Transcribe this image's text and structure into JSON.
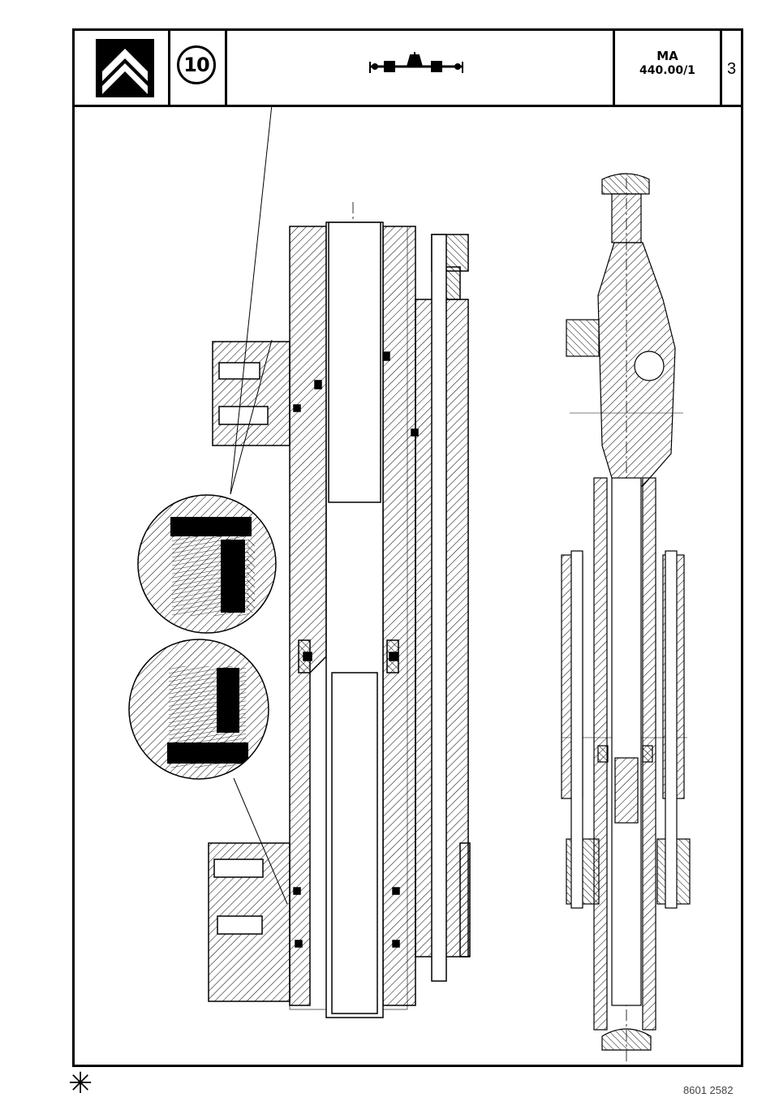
{
  "header": {
    "logo_icon": "citroen-double-chevron-logo",
    "section_number": "10",
    "assembly_icon": "steering-rack-icon",
    "reference_line1": "MA",
    "reference_line2": "440.00/1",
    "page_number": "3"
  },
  "drawing": {
    "subject": "steering-rack-cross-section",
    "views": [
      "main-sectional-view",
      "detail-seal-magnified-upper",
      "detail-seal-magnified-lower",
      "secondary-assembly-view"
    ]
  },
  "footer": {
    "symbol": "✳",
    "doc_code": "8601 2582"
  }
}
